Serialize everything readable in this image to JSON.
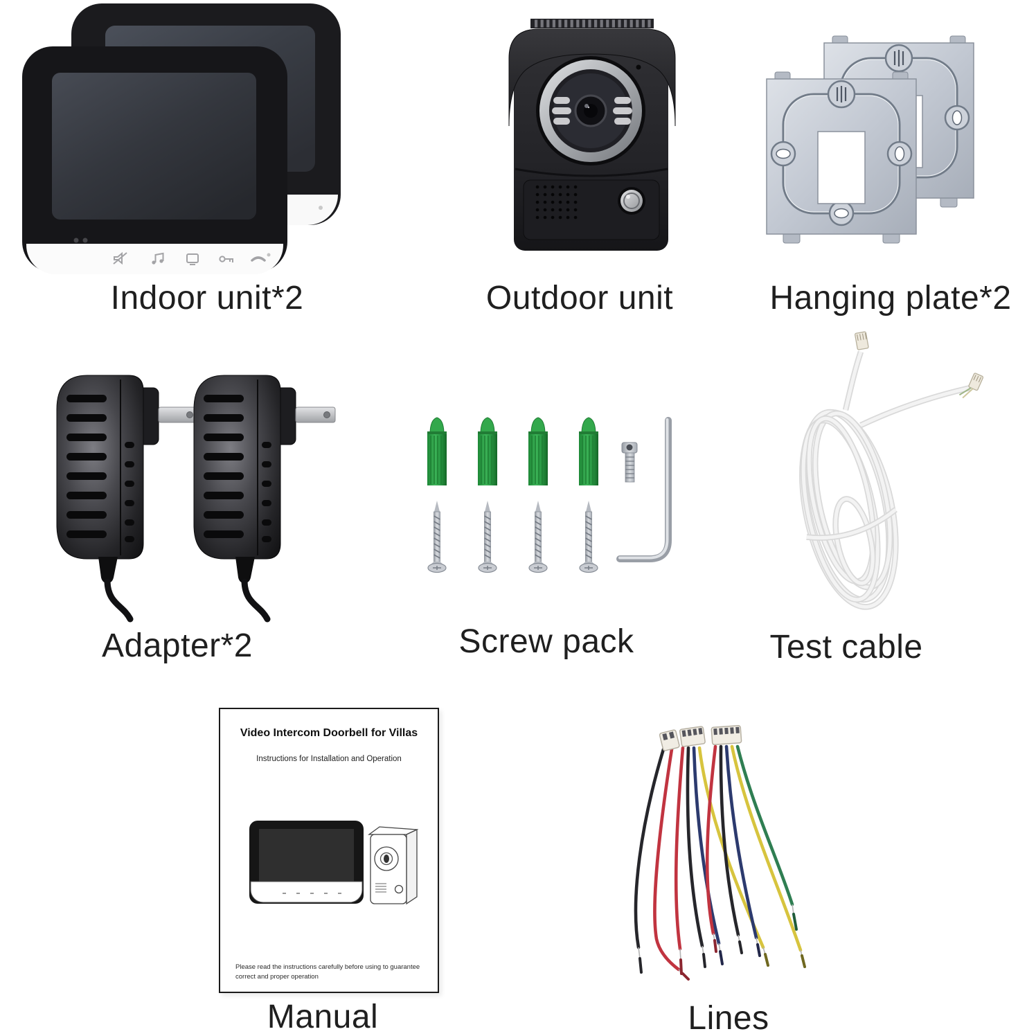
{
  "items": [
    {
      "id": "indoor-unit",
      "label": "Indoor unit*2"
    },
    {
      "id": "outdoor-unit",
      "label": "Outdoor unit"
    },
    {
      "id": "hanging-plate",
      "label": "Hanging plate*2"
    },
    {
      "id": "adapter",
      "label": "Adapter*2"
    },
    {
      "id": "screw-pack",
      "label": "Screw pack"
    },
    {
      "id": "test-cable",
      "label": "Test cable"
    },
    {
      "id": "manual",
      "label": "Manual"
    },
    {
      "id": "lines",
      "label": "Lines"
    }
  ],
  "manual_page": {
    "title": "Video Intercom Doorbell for Villas",
    "subtitle": "Instructions for Installation and Operation",
    "footer": "Please read the instructions carefully before using to guarantee correct and proper operation"
  },
  "monitor_icons": [
    "mute",
    "melody",
    "monitor",
    "unlock",
    "hangup"
  ],
  "screw_pack_contents": {
    "wall_anchors": 4,
    "screws": 4,
    "machine_screw": 1,
    "allen_key": 1
  },
  "lines_harnesses": [
    {
      "connector": "2-pin",
      "wire_colors": [
        "black",
        "red"
      ]
    },
    {
      "connector": "4-pin",
      "wire_colors": [
        "red",
        "black",
        "blue",
        "yellow"
      ]
    },
    {
      "connector": "5-pin",
      "wire_colors": [
        "red",
        "black",
        "blue",
        "yellow",
        "green"
      ]
    }
  ],
  "colors": {
    "background": "#ffffff",
    "label_text": "#1f1f1f",
    "anchor_green": "#2a9a41",
    "wire_red": "#c13440",
    "wire_black": "#26262b",
    "wire_blue": "#2c3a6e",
    "wire_yellow": "#d7c43e",
    "wire_green": "#2f7e52",
    "plate_silver": "#c2c8d2",
    "metal_silver": "#c6c9ce"
  }
}
